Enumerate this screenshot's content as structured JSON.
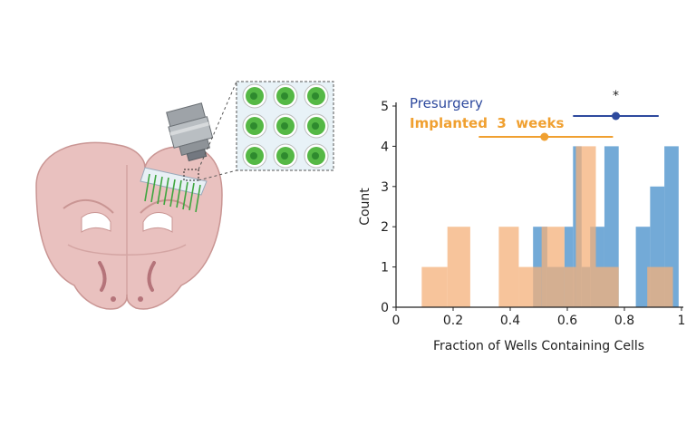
{
  "colors": {
    "presurgery": "#2e4a9e",
    "presurgery_bar": "#5b9bd0",
    "implanted": "#f0a030",
    "implanted_bar": "#f4b07a",
    "brain": "#e9c1bf",
    "brain_dark": "#d49e9c",
    "well_green": "#55b845",
    "well_dark_green": "#2e8a2e",
    "text": "#222222"
  },
  "illustration": {
    "icons": [
      "brain-section-icon",
      "microscope-objective-icon",
      "electrode-array-icon",
      "well-grid-icon"
    ]
  },
  "chart_data": {
    "type": "histogram",
    "xlabel": "Fraction of Wells Containing Cells",
    "ylabel": "Count",
    "xlim": [
      0,
      1
    ],
    "ylim": [
      0,
      5
    ],
    "xticks": [
      "0",
      "0.2",
      "0.4",
      "0.6",
      "0.8",
      "1"
    ],
    "yticks": [
      "0",
      "1",
      "2",
      "3",
      "4",
      "5"
    ],
    "annotation": "*",
    "series": [
      {
        "name": "Presurgery",
        "color": "#5b9bd0",
        "bins": [
          {
            "x0": 0.48,
            "x1": 0.53,
            "count": 2
          },
          {
            "x0": 0.53,
            "x1": 0.59,
            "count": 1
          },
          {
            "x0": 0.59,
            "x1": 0.62,
            "count": 2
          },
          {
            "x0": 0.62,
            "x1": 0.65,
            "count": 4
          },
          {
            "x0": 0.65,
            "x1": 0.68,
            "count": 1
          },
          {
            "x0": 0.68,
            "x1": 0.73,
            "count": 2
          },
          {
            "x0": 0.73,
            "x1": 0.78,
            "count": 4
          },
          {
            "x0": 0.84,
            "x1": 0.89,
            "count": 2
          },
          {
            "x0": 0.89,
            "x1": 0.94,
            "count": 3
          },
          {
            "x0": 0.94,
            "x1": 0.99,
            "count": 4
          }
        ],
        "mean": 0.77,
        "ci": [
          0.62,
          0.92
        ]
      },
      {
        "name": "Implanted  3  weeks",
        "color": "#f4b07a",
        "bins": [
          {
            "x0": 0.09,
            "x1": 0.18,
            "count": 1
          },
          {
            "x0": 0.18,
            "x1": 0.26,
            "count": 2
          },
          {
            "x0": 0.36,
            "x1": 0.43,
            "count": 2
          },
          {
            "x0": 0.43,
            "x1": 0.51,
            "count": 1
          },
          {
            "x0": 0.51,
            "x1": 0.59,
            "count": 2
          },
          {
            "x0": 0.59,
            "x1": 0.63,
            "count": 1
          },
          {
            "x0": 0.63,
            "x1": 0.7,
            "count": 4
          },
          {
            "x0": 0.7,
            "x1": 0.78,
            "count": 1
          },
          {
            "x0": 0.88,
            "x1": 0.97,
            "count": 1
          }
        ],
        "mean": 0.52,
        "ci": [
          0.29,
          0.76
        ]
      }
    ]
  }
}
